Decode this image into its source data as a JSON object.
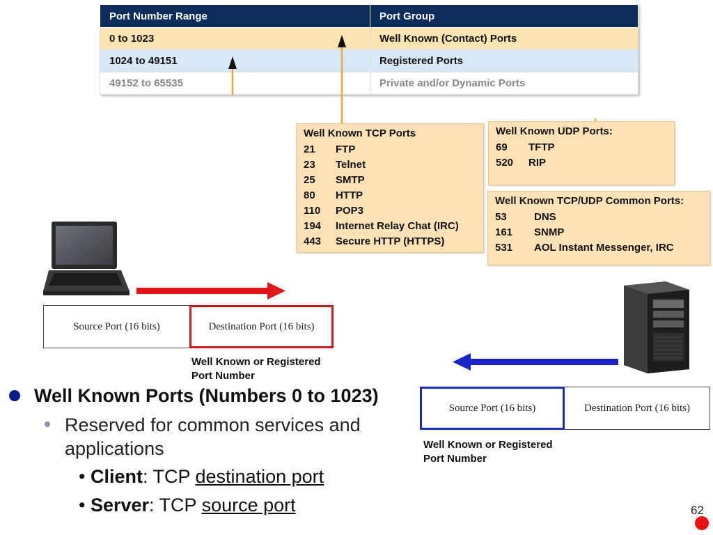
{
  "table": {
    "headers": [
      "Port Number Range",
      "Port Group"
    ],
    "rows": [
      {
        "range": "0 to 1023",
        "group": "Well Known (Contact) Ports"
      },
      {
        "range": "1024 to 49151",
        "group": "Registered Ports"
      },
      {
        "range": "49152 to 65535",
        "group": "Private and/or Dynamic Ports"
      }
    ]
  },
  "tcp_box": {
    "title": "Well Known TCP Ports",
    "items": [
      {
        "port": "21",
        "name": "FTP"
      },
      {
        "port": "23",
        "name": "Telnet"
      },
      {
        "port": "25",
        "name": "SMTP"
      },
      {
        "port": "80",
        "name": "HTTP"
      },
      {
        "port": "110",
        "name": "POP3"
      },
      {
        "port": "194",
        "name": "Internet Relay Chat (IRC)"
      },
      {
        "port": "443",
        "name": "Secure HTTP (HTTPS)"
      }
    ]
  },
  "udp_box": {
    "title": "Well Known UDP Ports:",
    "items": [
      {
        "port": "69",
        "name": "TFTP"
      },
      {
        "port": "520",
        "name": "RIP"
      }
    ]
  },
  "common_box": {
    "title": "Well Known TCP/UDP Common Ports:",
    "items": [
      {
        "port": "53",
        "name": "DNS"
      },
      {
        "port": "161",
        "name": "SNMP"
      },
      {
        "port": "531",
        "name": "AOL Instant Messenger, IRC"
      }
    ]
  },
  "client_segment": {
    "source_label": "Source Port (16 bits)",
    "dest_label": "Destination Port (16 bits)",
    "note_line1": "Well Known or Registered",
    "note_line2": "Port Number"
  },
  "server_segment": {
    "source_label": "Source Port (16 bits)",
    "dest_label": "Destination Port (16 bits)",
    "note_line1": "Well Known or Registered",
    "note_line2": "Port Number"
  },
  "bullets": {
    "main": "Well Known Ports (Numbers 0 to 1023)",
    "sub_line1": "Reserved for common services and",
    "sub_line2": "applications",
    "client_label": "Client",
    "client_sep": ": TCP ",
    "client_value": "destination port",
    "server_label": "Server",
    "server_sep": ": TCP ",
    "server_value": "source port"
  },
  "page_number": "62",
  "colors": {
    "header_navy": "#0c2d5c",
    "row_orange": "#fbe5b3",
    "row_blue": "#d7e8f8",
    "box_fill": "#fde2b7",
    "arrow_red": "#e0161b",
    "arrow_blue": "#1a24c8",
    "arrow_orange": "#f2a63a"
  }
}
